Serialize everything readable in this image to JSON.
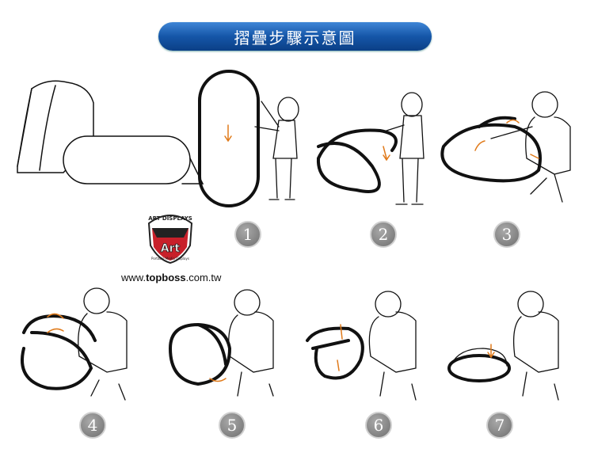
{
  "title": "摺疊步驟示意圖",
  "logo": {
    "text": "ART DISPLAYS",
    "mark": "Art",
    "subtitle": "Portable Media Displays"
  },
  "website": {
    "prefix": "www.",
    "brand": "topboss",
    "suffix": ".com.tw"
  },
  "steps": [
    "1",
    "2",
    "3",
    "4",
    "5",
    "6",
    "7"
  ],
  "colors": {
    "banner": "#1556a8",
    "arrow": "#e07a1a",
    "step_circle": "#8a8a8a"
  }
}
